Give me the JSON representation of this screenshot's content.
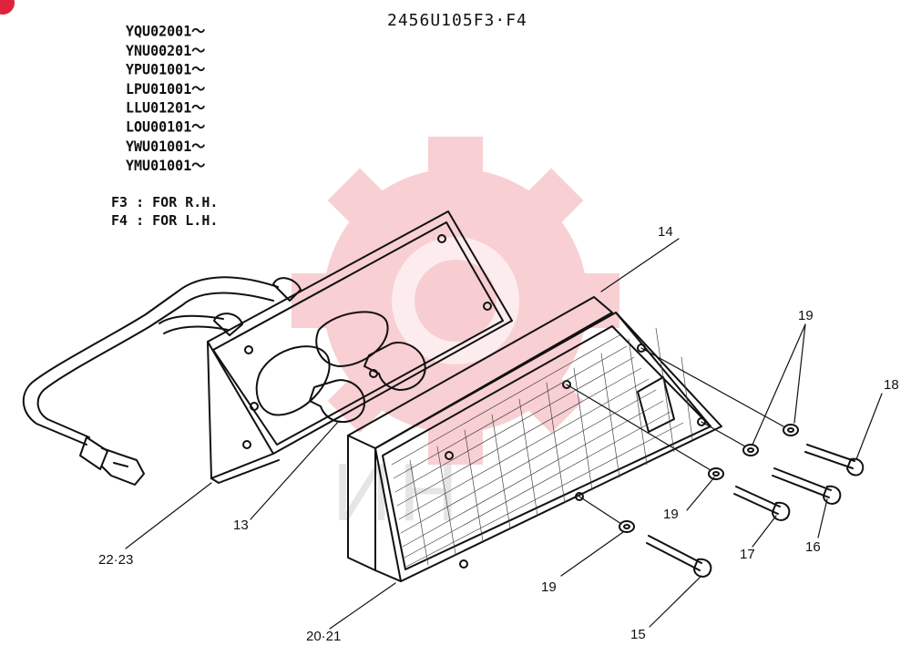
{
  "header": {
    "title": "2456U105F3·F4"
  },
  "serials": [
    "YQU02001～",
    "YNU00201～",
    "YPU01001～",
    "LPU01001～",
    "LLU01201～",
    "LOU00101～",
    "YWU01001～",
    "YMU01001～"
  ],
  "legend": [
    "F3 : FOR R.H.",
    "F4 : FOR L.H."
  ],
  "callouts": {
    "c14": "14",
    "c19a": "19",
    "c18": "18",
    "c19b": "19",
    "c16": "16",
    "c17": "17",
    "c19c": "19",
    "c15": "15",
    "c13": "13",
    "c2223": "22·23",
    "c2021": "20·21"
  },
  "watermark": {
    "text": "ИН",
    "color": "#f05060"
  },
  "colors": {
    "line": "#111111",
    "badge": "#e0233a"
  }
}
